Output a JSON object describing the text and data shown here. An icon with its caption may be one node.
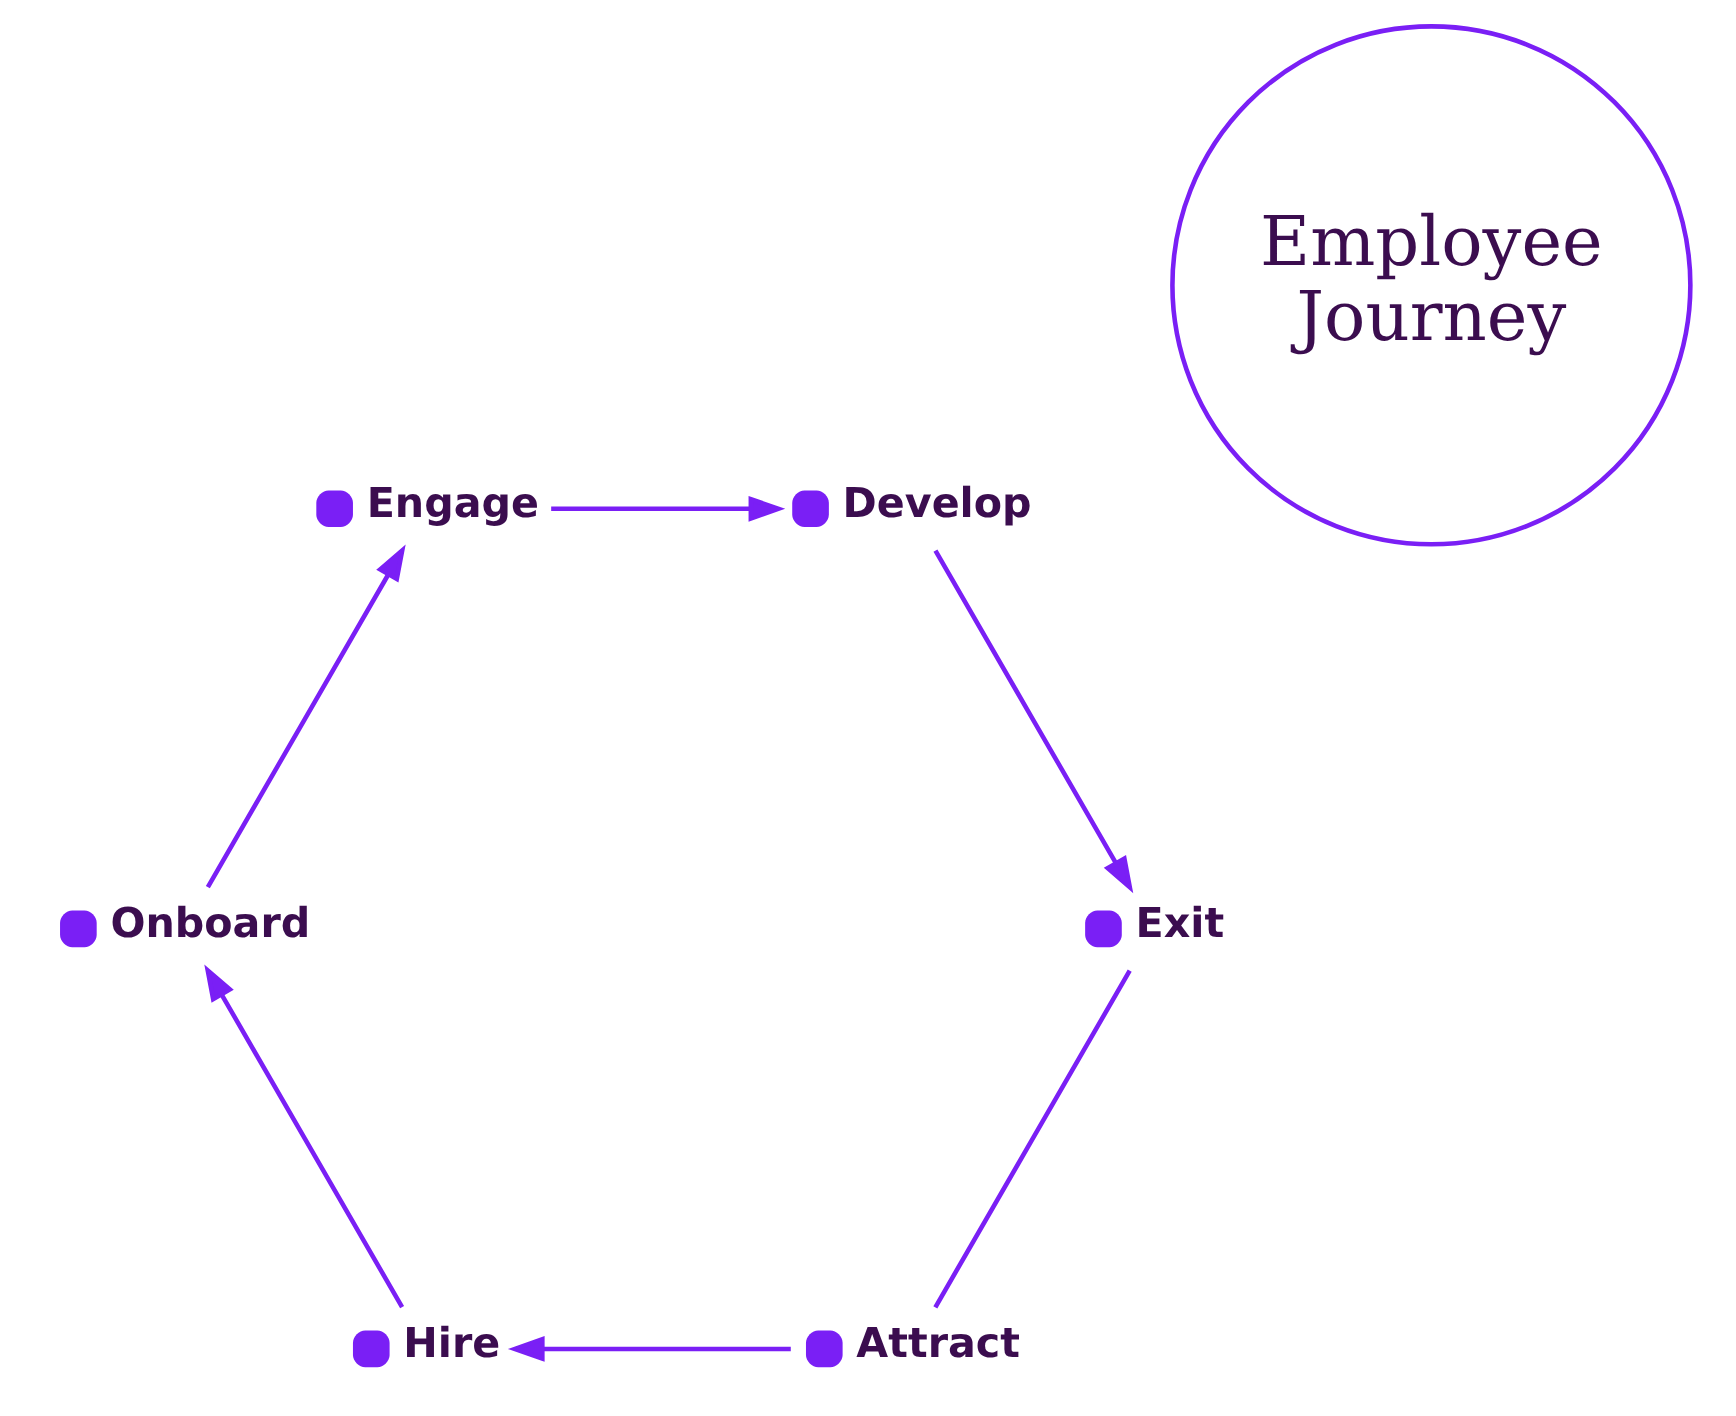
{
  "diagram": {
    "nodes": [
      {
        "text": [
          "Employee Journey"
        ]
      },
      {
        "text": [
          "Attract"
        ]
      },
      {
        "text": [
          "Hire"
        ]
      },
      {
        "text": [
          "Onboard"
        ]
      },
      {
        "text": [
          "Engage"
        ]
      },
      {
        "text": [
          "Develop"
        ]
      },
      {
        "text": [
          "Exit"
        ]
      }
    ],
    "edges": [
      {
        "from": 1,
        "to": 2,
        "arrow": "to"
      },
      {
        "from": 2,
        "to": 3,
        "arrow": "to"
      },
      {
        "from": 3,
        "to": 4,
        "arrow": "to"
      },
      {
        "from": 4,
        "to": 5,
        "arrow": "to"
      },
      {
        "from": 5,
        "to": 6,
        "arrow": "to"
      },
      {
        "from": 6,
        "to": 1,
        "arrow": "none"
      }
    ]
  }
}
